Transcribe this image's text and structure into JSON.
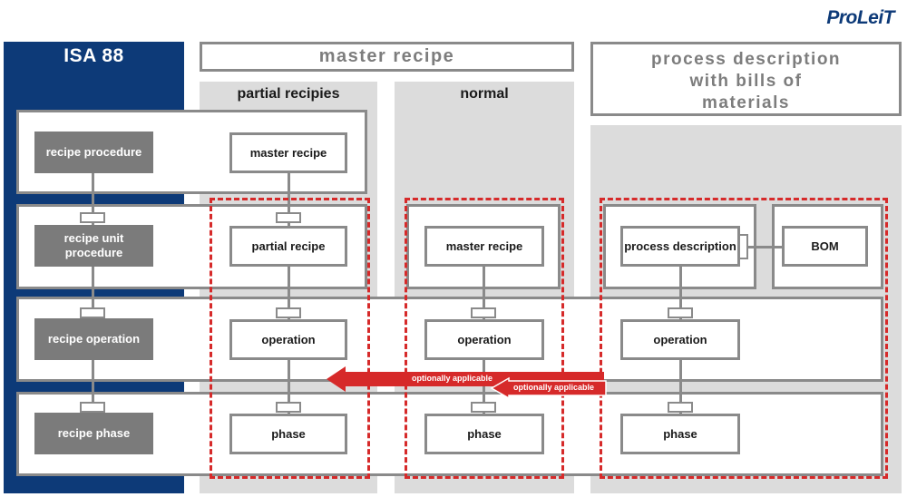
{
  "logo": "ProLeiT",
  "isa_title": "ISA 88",
  "headers": {
    "master_recipe": "master recipe",
    "process_description": "process description with bills of materials"
  },
  "columns": {
    "partial": "partial recipies",
    "normal": "normal"
  },
  "isa_levels": {
    "procedure": "recipe procedure",
    "unit_procedure": "recipe unit procedure",
    "operation": "recipe operation",
    "phase": "recipe phase"
  },
  "partial_column": {
    "master": "master recipe",
    "partial": "partial recipe",
    "operation": "operation",
    "phase": "phase"
  },
  "normal_column": {
    "master": "master recipe",
    "operation": "operation",
    "phase": "phase"
  },
  "process_column": {
    "process_description": "process description",
    "bom": "BOM",
    "operation": "operation",
    "phase": "phase"
  },
  "arrows": {
    "long": "optionally applicable",
    "short": "optionally applicable"
  },
  "colors": {
    "isa_blue": "#0d3a78",
    "accent_red": "#d62a2a",
    "gray": "#8a8a8a",
    "dark_box": "#7b7b7b",
    "column_bg": "#dcdcdc"
  }
}
